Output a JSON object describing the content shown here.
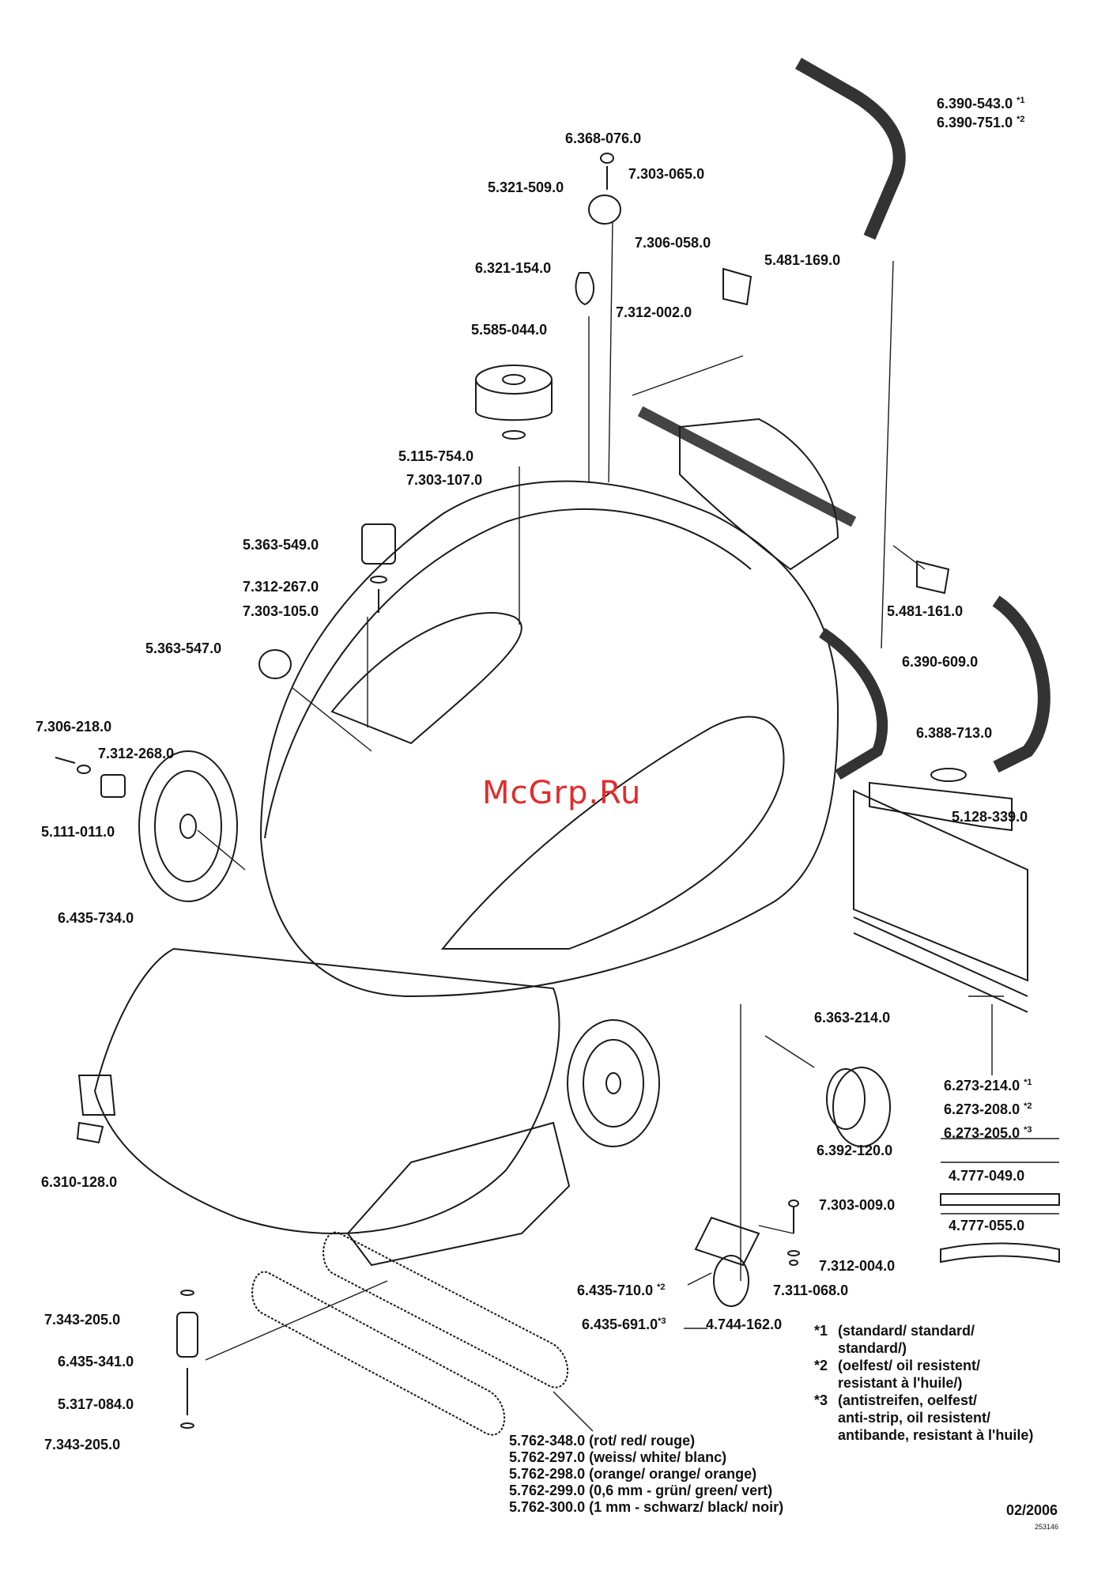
{
  "watermark": "McGrp.Ru",
  "parts": {
    "hose_top": "6.390-543.0",
    "hose_top_alt": "6.390-751.0",
    "cap": "6.368-076.0",
    "screw_top": "7.303-065.0",
    "knob_top": "5.321-509.0",
    "screw_side": "7.306-058.0",
    "bracket_top": "5.481-169.0",
    "grip": "6.321-154.0",
    "washer_top": "7.312-002.0",
    "float": "5.585-044.0",
    "disc": "5.115-754.0",
    "screw_float": "7.303-107.0",
    "bushing": "5.363-549.0",
    "washer_bushing": "7.312-267.0",
    "screw_bushing": "7.303-105.0",
    "plug": "5.363-547.0",
    "bracket_right": "5.481-161.0",
    "hose_right": "6.390-609.0",
    "clamp": "6.388-713.0",
    "plate": "5.128-339.0",
    "bolt_wheel": "7.306-218.0",
    "washer_wheel": "7.312-268.0",
    "spacer_wheel": "5.111-011.0",
    "wheel": "6.435-734.0",
    "cap_tank": "6.363-214.0",
    "cover_tank": "6.392-120.0",
    "squeegee_std": "6.273-214.0",
    "squeegee_oil": "6.273-208.0",
    "squeegee_anti": "6.273-205.0",
    "blade_a": "4.777-049.0",
    "blade_b": "4.777-055.0",
    "latch": "6.310-128.0",
    "screw_caster": "7.303-009.0",
    "washer_caster": "7.312-004.0",
    "nut_caster": "7.311-068.0",
    "caster": "6.435-710.0",
    "caster_alt": "6.435-691.0",
    "caster_kit": "4.744-162.0",
    "ring_a": "7.343-205.0",
    "roller": "6.435-341.0",
    "axle": "5.317-084.0",
    "ring_b": "7.343-205.0"
  },
  "marks": {
    "m1": "*1",
    "m2": "*2",
    "m3": "*3"
  },
  "notes": {
    "n1_mark": "*1",
    "n1_a": "(standard/ standard/",
    "n1_b": "standard/)",
    "n2_mark": "*2",
    "n2_a": "(oelfest/ oil resistent/",
    "n2_b": "resistant à l'huile/)",
    "n3_mark": "*3",
    "n3_a": "(antistreifen, oelfest/",
    "n3_b": "anti-strip, oil resistent/",
    "n3_c": "antibande, resistant à l'huile)"
  },
  "brushes": [
    "5.762-348.0 (rot/ red/ rouge)",
    "5.762-297.0 (weiss/ white/ blanc)",
    "5.762-298.0 (orange/ orange/ orange)",
    "5.762-299.0 (0,6 mm - grün/ green/ vert)",
    "5.762-300.0 (1 mm - schwarz/ black/ noir)"
  ],
  "date": "02/2006",
  "doc_number": "253146"
}
